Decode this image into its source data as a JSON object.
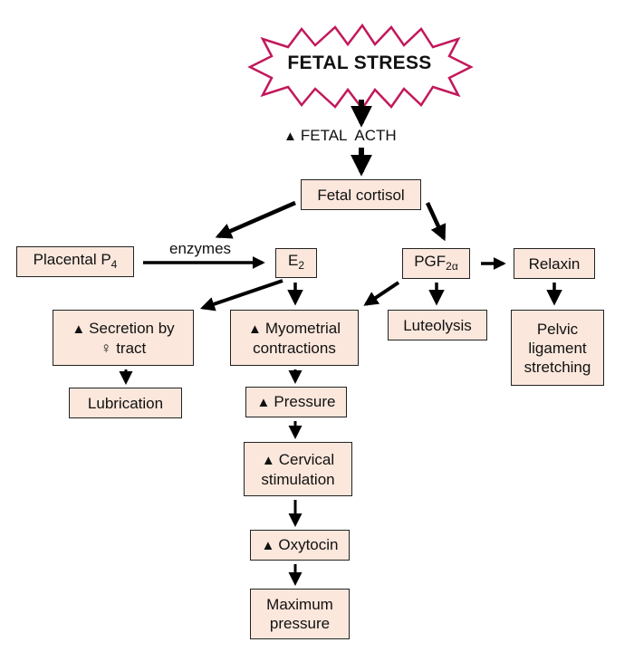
{
  "title": "FETAL STRESS",
  "acth": {
    "arrow": "▲",
    "label": "FETAL  ACTH"
  },
  "enzymes_label": "enzymes",
  "up_arrow": "▲",
  "nodes": {
    "fetal_cortisol": "Fetal cortisol",
    "placental_p4": {
      "text": "Placental P",
      "sub": "4"
    },
    "e2": {
      "text": "E",
      "sub": "2"
    },
    "pgf2a": {
      "text": "PGF",
      "sub": "2α"
    },
    "relaxin": "Relaxin",
    "secretion": {
      "line1": "Secretion by",
      "line2": "♀ tract"
    },
    "myometrial": {
      "line1": "Myometrial",
      "line2": "contractions"
    },
    "luteolysis": "Luteolysis",
    "pelvic": {
      "line1": "Pelvic",
      "line2": "ligament",
      "line3": "stretching"
    },
    "lubrication": "Lubrication",
    "pressure": "Pressure",
    "cervical": {
      "line1": "Cervical",
      "line2": "stimulation"
    },
    "oxytocin": "Oxytocin",
    "maximum": {
      "line1": "Maximum",
      "line2": "pressure"
    }
  },
  "colors": {
    "box_fill": "#fbe7dc",
    "starburst_stroke": "#c2185b",
    "arrow": "#000000"
  }
}
